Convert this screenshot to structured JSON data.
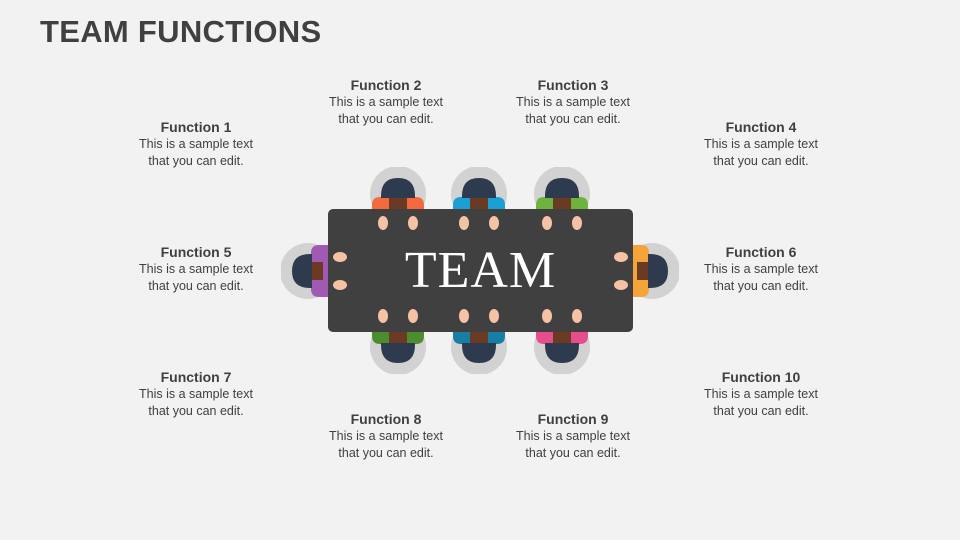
{
  "slide": {
    "title": "TEAM FUNCTIONS",
    "table_label": "TEAM"
  },
  "functions": [
    {
      "heading": "Function 1",
      "line1": "This is a sample text",
      "line2": "that you can edit."
    },
    {
      "heading": "Function 2",
      "line1": "This is a sample text",
      "line2": "that you can edit."
    },
    {
      "heading": "Function 3",
      "line1": "This is a sample text",
      "line2": "that you can edit."
    },
    {
      "heading": "Function 4",
      "line1": "This is a sample text",
      "line2": "that you can edit."
    },
    {
      "heading": "Function 5",
      "line1": "This is a sample text",
      "line2": "that you can edit."
    },
    {
      "heading": "Function 6",
      "line1": "This is a sample text",
      "line2": "that you can edit."
    },
    {
      "heading": "Function 7",
      "line1": "This is a sample text",
      "line2": "that you can edit."
    },
    {
      "heading": "Function 8",
      "line1": "This is a sample text",
      "line2": "that you can edit."
    },
    {
      "heading": "Function 9",
      "line1": "This is a sample text",
      "line2": "that you can edit."
    },
    {
      "heading": "Function 10",
      "line1": "This is a sample text",
      "line2": "that you can edit."
    }
  ],
  "colors": {
    "background": "#f2f2f2",
    "text": "#404040",
    "table": "#404040",
    "seat": "#d2d2d2",
    "hair": "#2e3a4d",
    "face": "#6b3a22",
    "hand": "#f6c2a6",
    "shirt_orange": "#f26a3d",
    "shirt_blue": "#1aa0d4",
    "shirt_green": "#6fb33f",
    "shirt_purple": "#a05ab4",
    "shirt_amber": "#f5a43a",
    "shirt_darkgreen": "#4c8d2f",
    "shirt_teal": "#177fa3",
    "shirt_pink": "#e64d8c"
  },
  "icons": {
    "person": "person-top-view-icon"
  }
}
